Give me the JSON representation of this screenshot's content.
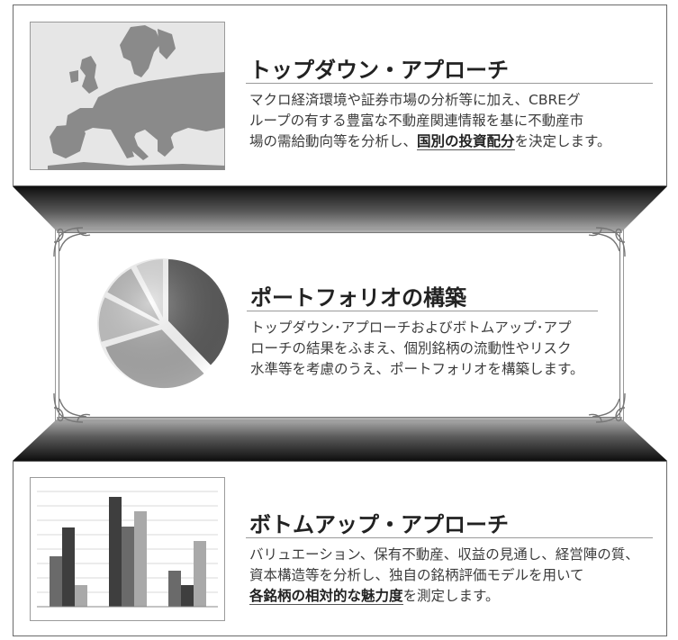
{
  "top_section": {
    "title": "トップダウン・アプローチ",
    "desc_line1": "マクロ経済環境や証券市場の分析等に加え、CBREグ",
    "desc_line2": "ループの有する豊富な不動産関連情報を基に不動産市",
    "desc_line3_pre": "場の需給動向等を分析し、",
    "desc_line3_emph": "国別の投資配分",
    "desc_line3_post": "を決定します。",
    "image_icon": "europe-map-icon"
  },
  "middle_section": {
    "title": "ポートフォリオの構築",
    "desc_line1": "トップダウン･アプローチおよびボトムアップ･アプ",
    "desc_line2": "ローチの結果をふまえ、個別銘柄の流動性やリスク",
    "desc_line3": "水準等を考慮のうえ、ポートフォリオを構築します。",
    "image_icon": "pie-chart-icon"
  },
  "bottom_section": {
    "title": "ボトムアップ・アプローチ",
    "desc_line1": "バリュエーション、保有不動産、収益の見通し、経営陣の質、",
    "desc_line2": "資本構造等を分析し、独自の銘柄評価モデルを用いて",
    "desc_line3_emph": "各銘柄の相対的な魅力度",
    "desc_line3_post": "を測定します。",
    "image_icon": "bar-chart-icon"
  },
  "colors": {
    "border": "#6a6a6a",
    "connector_dark": "#1c1c1c",
    "connector_light": "#9a9a9a",
    "text": "#3c3c3c",
    "title": "#222222"
  }
}
